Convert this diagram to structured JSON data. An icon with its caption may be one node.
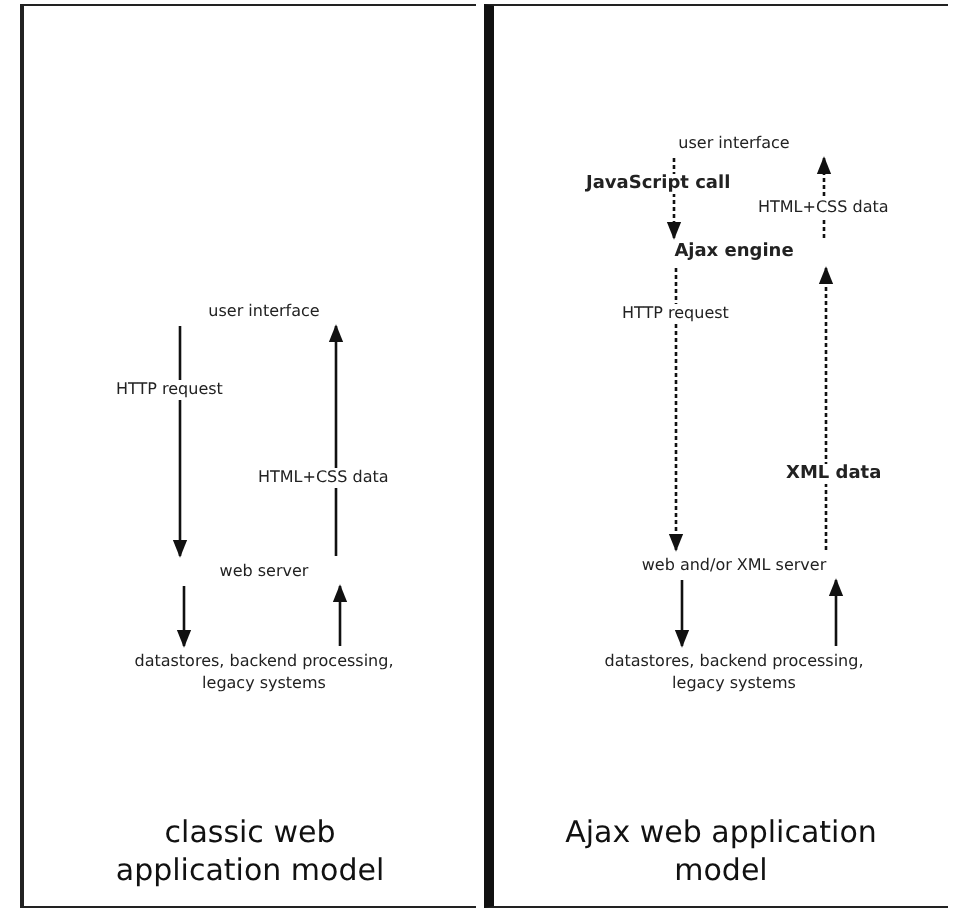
{
  "diagram": {
    "nodes": [
      {
        "text": [
          "classic web application model"
        ]
      },
      {
        "text": [
          "user interface"
        ],
        "in": 0
      },
      {
        "text": [
          "web server"
        ],
        "in": 0
      },
      {
        "text": [
          "datastores, backend processing, legacy systems"
        ],
        "in": 0
      },
      {
        "text": [
          "Ajax web application model"
        ]
      },
      {
        "text": [
          "user interface"
        ],
        "in": 4
      },
      {
        "text": [
          "Ajax engine"
        ],
        "in": 4
      },
      {
        "text": [
          "web and/or XML server"
        ],
        "in": 4
      },
      {
        "text": [
          "datastores, backend processing, legacy systems"
        ],
        "in": 4
      }
    ],
    "edges": [
      {
        "from": 1,
        "to": 2,
        "arrow": "to",
        "label": "HTTP request"
      },
      {
        "from": 2,
        "to": 1,
        "arrow": "to",
        "label": "HTML+CSS data"
      },
      {
        "from": 2,
        "to": 3,
        "arrow": "to"
      },
      {
        "from": 3,
        "to": 2,
        "arrow": "to"
      },
      {
        "from": 5,
        "to": 6,
        "arrow": "to",
        "label": "JavaScript call",
        "style": "dashed"
      },
      {
        "from": 6,
        "to": 5,
        "arrow": "to",
        "label": "HTML+CSS data",
        "style": "dashed"
      },
      {
        "from": 6,
        "to": 7,
        "arrow": "to",
        "label": "HTTP request",
        "style": "dashed"
      },
      {
        "from": 7,
        "to": 6,
        "arrow": "to",
        "label": "XML data",
        "style": "dashed"
      },
      {
        "from": 7,
        "to": 8,
        "arrow": "to"
      },
      {
        "from": 8,
        "to": 7,
        "arrow": "to"
      }
    ]
  }
}
